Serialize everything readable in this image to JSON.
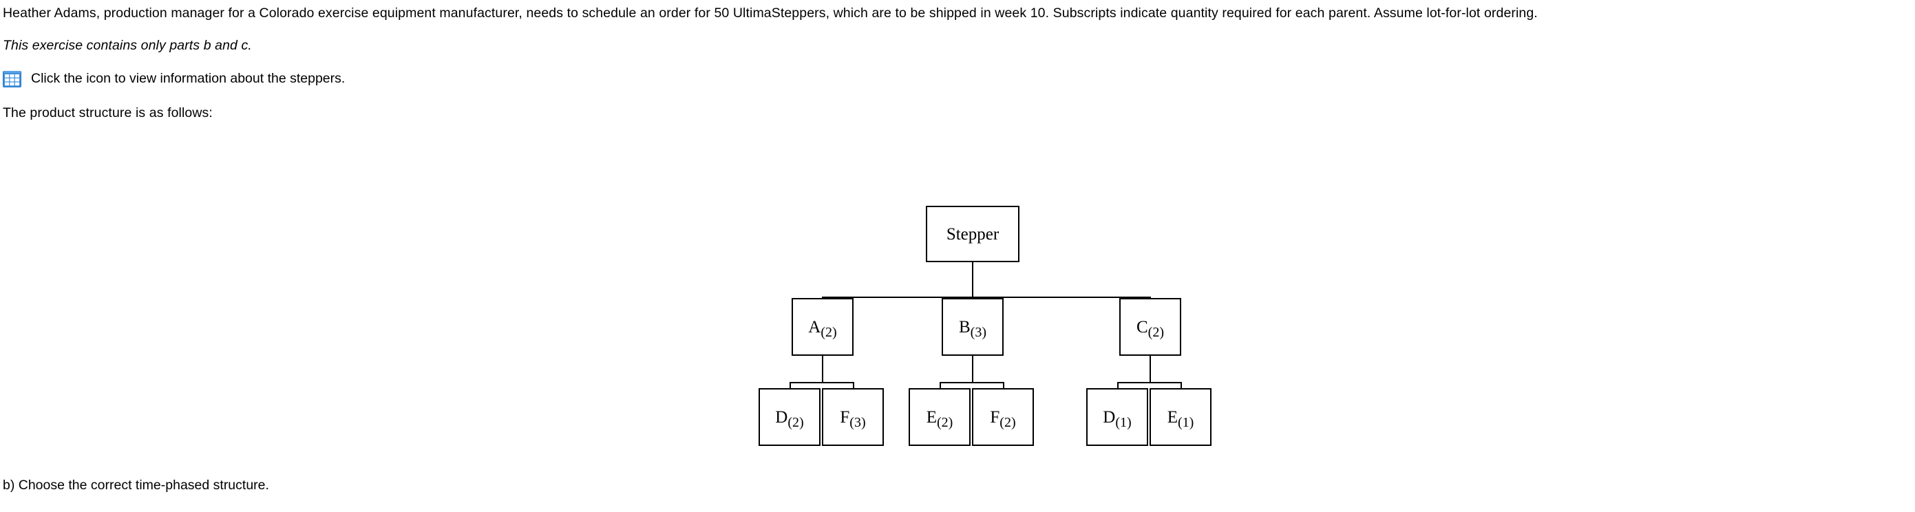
{
  "problem": {
    "intro": "Heather Adams, production manager for a Colorado exercise equipment manufacturer, needs to schedule an order for 50 UltimaSteppers, which are to be shipped in week 10. Subscripts indicate quantity required for each parent. Assume lot-for-lot ordering.",
    "scope_note": "This exercise contains only parts b and c.",
    "icon_instruction": "Click the icon to view information about the steppers.",
    "structure_lead": "The product structure is as follows:",
    "question_b": "b) Choose the correct time-phased structure."
  },
  "icon": {
    "name": "table-icon",
    "color": "#3d8fdd",
    "border_color": "#2a78c6",
    "cell_color": "#ffffff",
    "rows": 3,
    "cols": 3
  },
  "product_structure": {
    "root": {
      "id": "stepper",
      "label": "Stepper",
      "qty": ""
    },
    "level2": [
      {
        "id": "A",
        "label": "A",
        "qty": "(2)"
      },
      {
        "id": "B",
        "label": "B",
        "qty": "(3)"
      },
      {
        "id": "C",
        "label": "C",
        "qty": "(2)"
      }
    ],
    "level3": [
      {
        "id": "A-D",
        "label": "D",
        "qty": "(2)",
        "parent": "A"
      },
      {
        "id": "A-F",
        "label": "F",
        "qty": "(3)",
        "parent": "A"
      },
      {
        "id": "B-E",
        "label": "E",
        "qty": "(2)",
        "parent": "B"
      },
      {
        "id": "B-F",
        "label": "F",
        "qty": "(2)",
        "parent": "B"
      },
      {
        "id": "C-D",
        "label": "D",
        "qty": "(1)",
        "parent": "C"
      },
      {
        "id": "C-E",
        "label": "E",
        "qty": "(1)",
        "parent": "C"
      }
    ]
  }
}
